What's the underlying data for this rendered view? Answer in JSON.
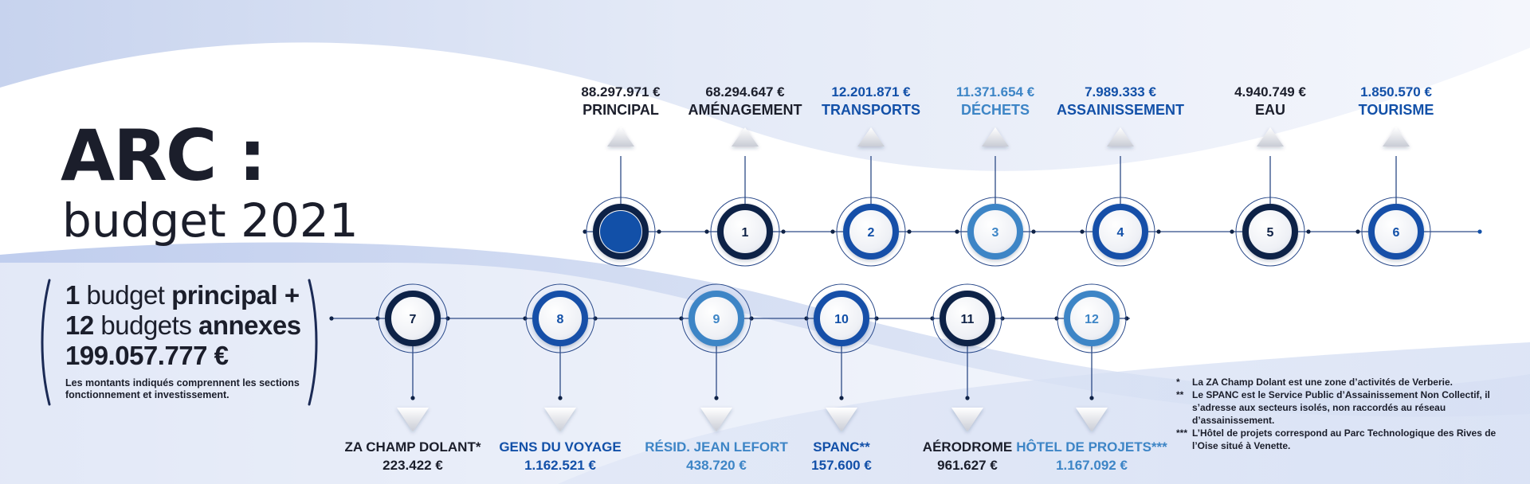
{
  "title": "ARC :",
  "subtitle": "budget 2021",
  "summary": {
    "principal_count": "1",
    "principal_word": " budget ",
    "principal_label": "principal +",
    "annexes_count": "12",
    "annexes_word": " budgets ",
    "annexes_label": "annexes",
    "total": "199.057.777 €",
    "note": "Les montants indiqués comprennent les sections fonctionnement et investissement."
  },
  "colors": {
    "navy": "#0f2246",
    "blue": "#1250a8",
    "light_blue": "#3d85c6",
    "text_dark": "#1b1e2b"
  },
  "top_budgets": [
    {
      "num": "",
      "amount": "88.297.971 €",
      "name": "PRINCIPAL",
      "ring": "navy",
      "text": "dark",
      "filled": true
    },
    {
      "num": "1",
      "amount": "68.294.647 €",
      "name": "AMÉNAGEMENT",
      "ring": "navy",
      "text": "dark"
    },
    {
      "num": "2",
      "amount": "12.201.871 €",
      "name": "TRANSPORTS",
      "ring": "blue",
      "text": "blue"
    },
    {
      "num": "3",
      "amount": "11.371.654 €",
      "name": "DÉCHETS",
      "ring": "light",
      "text": "light"
    },
    {
      "num": "4",
      "amount": "7.989.333 €",
      "name": "ASSAINISSEMENT",
      "ring": "blue",
      "text": "blue"
    },
    {
      "num": "5",
      "amount": "4.940.749 €",
      "name": "EAU",
      "ring": "navy",
      "text": "dark"
    },
    {
      "num": "6",
      "amount": "1.850.570 €",
      "name": "TOURISME",
      "ring": "blue",
      "text": "blue"
    }
  ],
  "bottom_budgets": [
    {
      "num": "7",
      "name": "ZA CHAMP DOLANT*",
      "amount": "223.422 €",
      "ring": "navy",
      "text": "dark"
    },
    {
      "num": "8",
      "name": "GENS DU VOYAGE",
      "amount": "1.162.521 €",
      "ring": "blue",
      "text": "blue"
    },
    {
      "num": "9",
      "name": "RÉSID. JEAN LEFORT",
      "amount": "438.720 €",
      "ring": "light",
      "text": "light"
    },
    {
      "num": "10",
      "name": "SPANC**",
      "amount": "157.600 €",
      "ring": "blue",
      "text": "blue"
    },
    {
      "num": "11",
      "name": "AÉRODROME",
      "amount": "961.627 €",
      "ring": "navy",
      "text": "dark"
    },
    {
      "num": "12",
      "name": "HÔTEL DE PROJETS***",
      "amount": "1.167.092 €",
      "ring": "light",
      "text": "light"
    }
  ],
  "footnotes": [
    {
      "mark": "*",
      "text": "La ZA Champ Dolant est une zone d’activités de Verberie."
    },
    {
      "mark": "**",
      "text": "Le SPANC est le Service Public d’Assainissement Non Collectif, il s’adresse aux secteurs isolés, non raccordés au réseau d’assainissement."
    },
    {
      "mark": "***",
      "text": "L’Hôtel de projets correspond au Parc Technologique des Rives de l’Oise situé à Venette."
    }
  ]
}
